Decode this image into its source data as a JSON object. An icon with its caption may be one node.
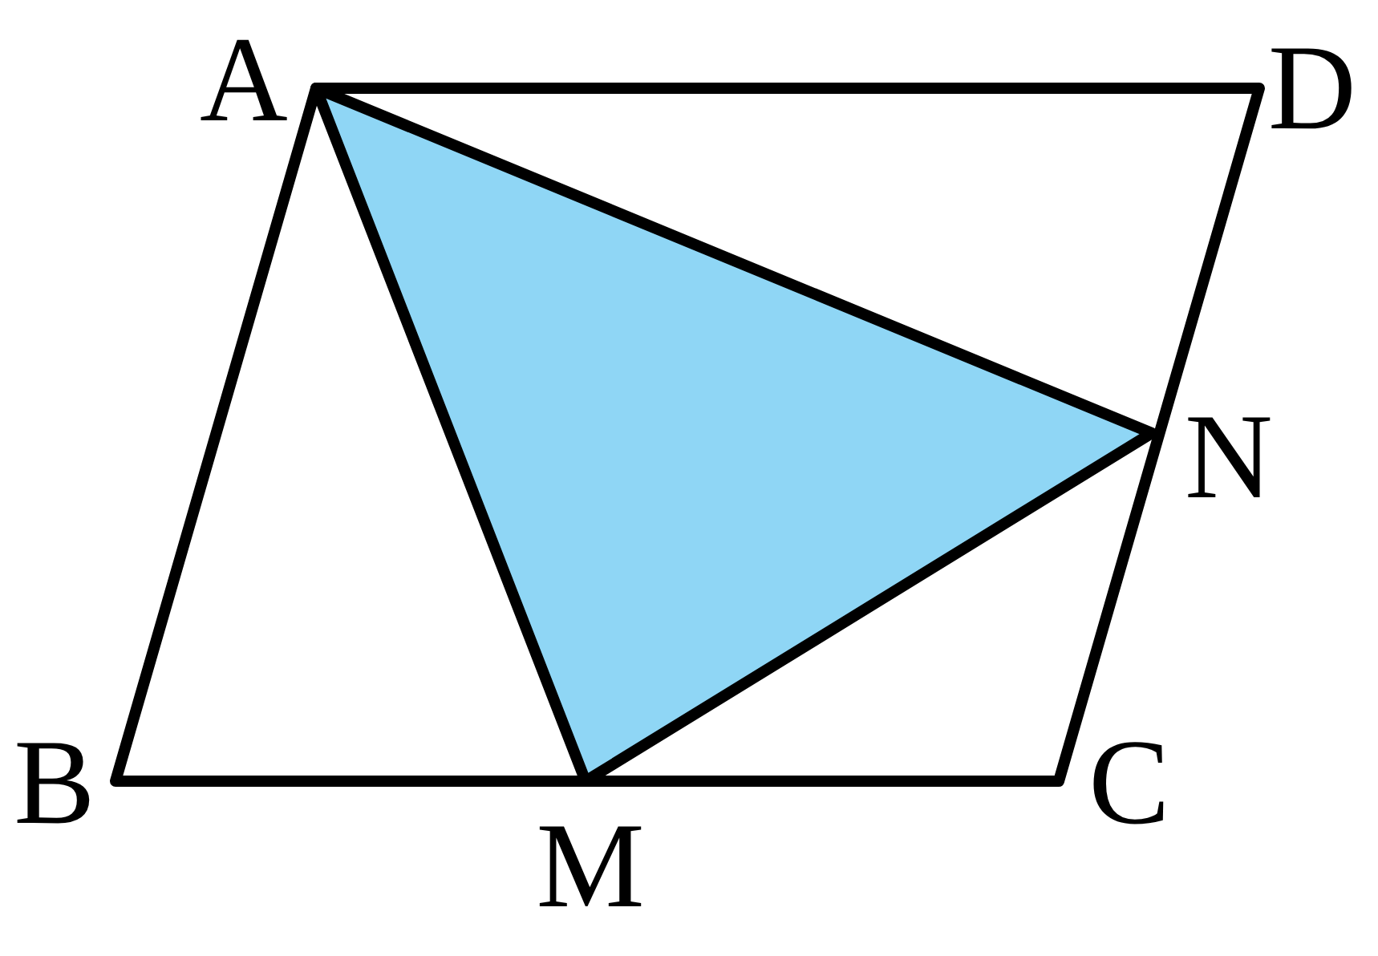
{
  "diagram": {
    "labels": [
      "A",
      "D",
      "N",
      "B",
      "M",
      "C"
    ]
  }
}
